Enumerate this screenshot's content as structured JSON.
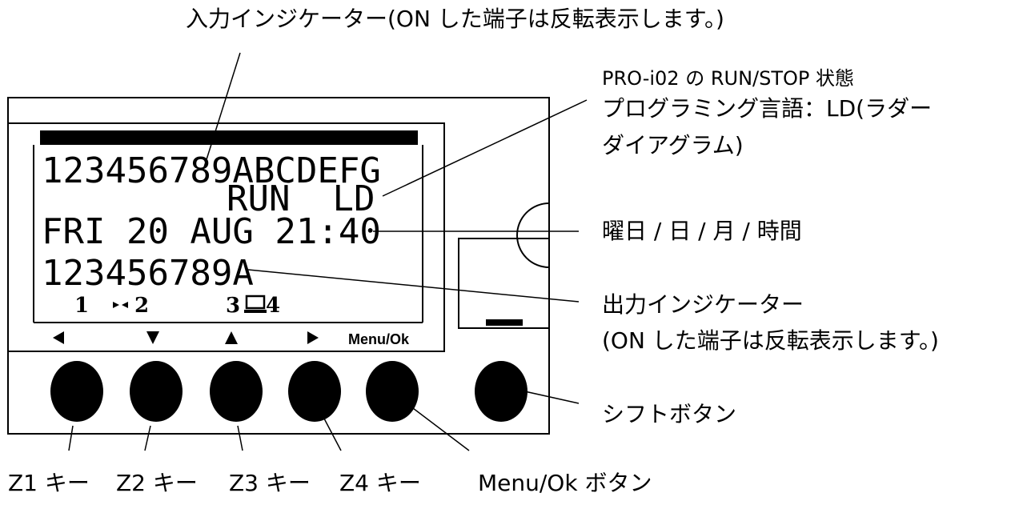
{
  "labels": {
    "input_indicator": "入力インジケーター(ON した端子は反転表示します。)",
    "run_state_line1": "PRO-i02 の RUN/STOP 状態",
    "run_state_line2": "プログラミング言語：LD(ラダー",
    "run_state_line3": "ダイアグラム)",
    "datetime": "曜日 / 日 / 月 / 時間",
    "output_indicator_line1": "出力インジケーター",
    "output_indicator_line2": "(ON した端子は反転表示します。)",
    "shift_button": "シフトボタン",
    "z1_key": "Z1 キー",
    "z2_key": "Z2 キー",
    "z3_key": "Z3 キー",
    "z4_key": "Z4 キー",
    "menu_ok_button": "Menu/Ok ボタン"
  },
  "lcd": {
    "inputs": "123456789ABCDEFG",
    "status": "RUN  LD",
    "datetime": "FRI 20 AUG 21:40",
    "outputs": "123456789A",
    "ch1": "1",
    "ch2": "2",
    "ch3": "3",
    "ch4": "4"
  },
  "softkeys": {
    "left_icon": "left-triangle-icon",
    "down_icon": "down-triangle-icon",
    "up_icon": "up-triangle-icon",
    "right_icon": "right-triangle-icon",
    "menu_label": "Menu/Ok"
  },
  "colors": {
    "ink": "#000000",
    "paper": "#ffffff"
  }
}
